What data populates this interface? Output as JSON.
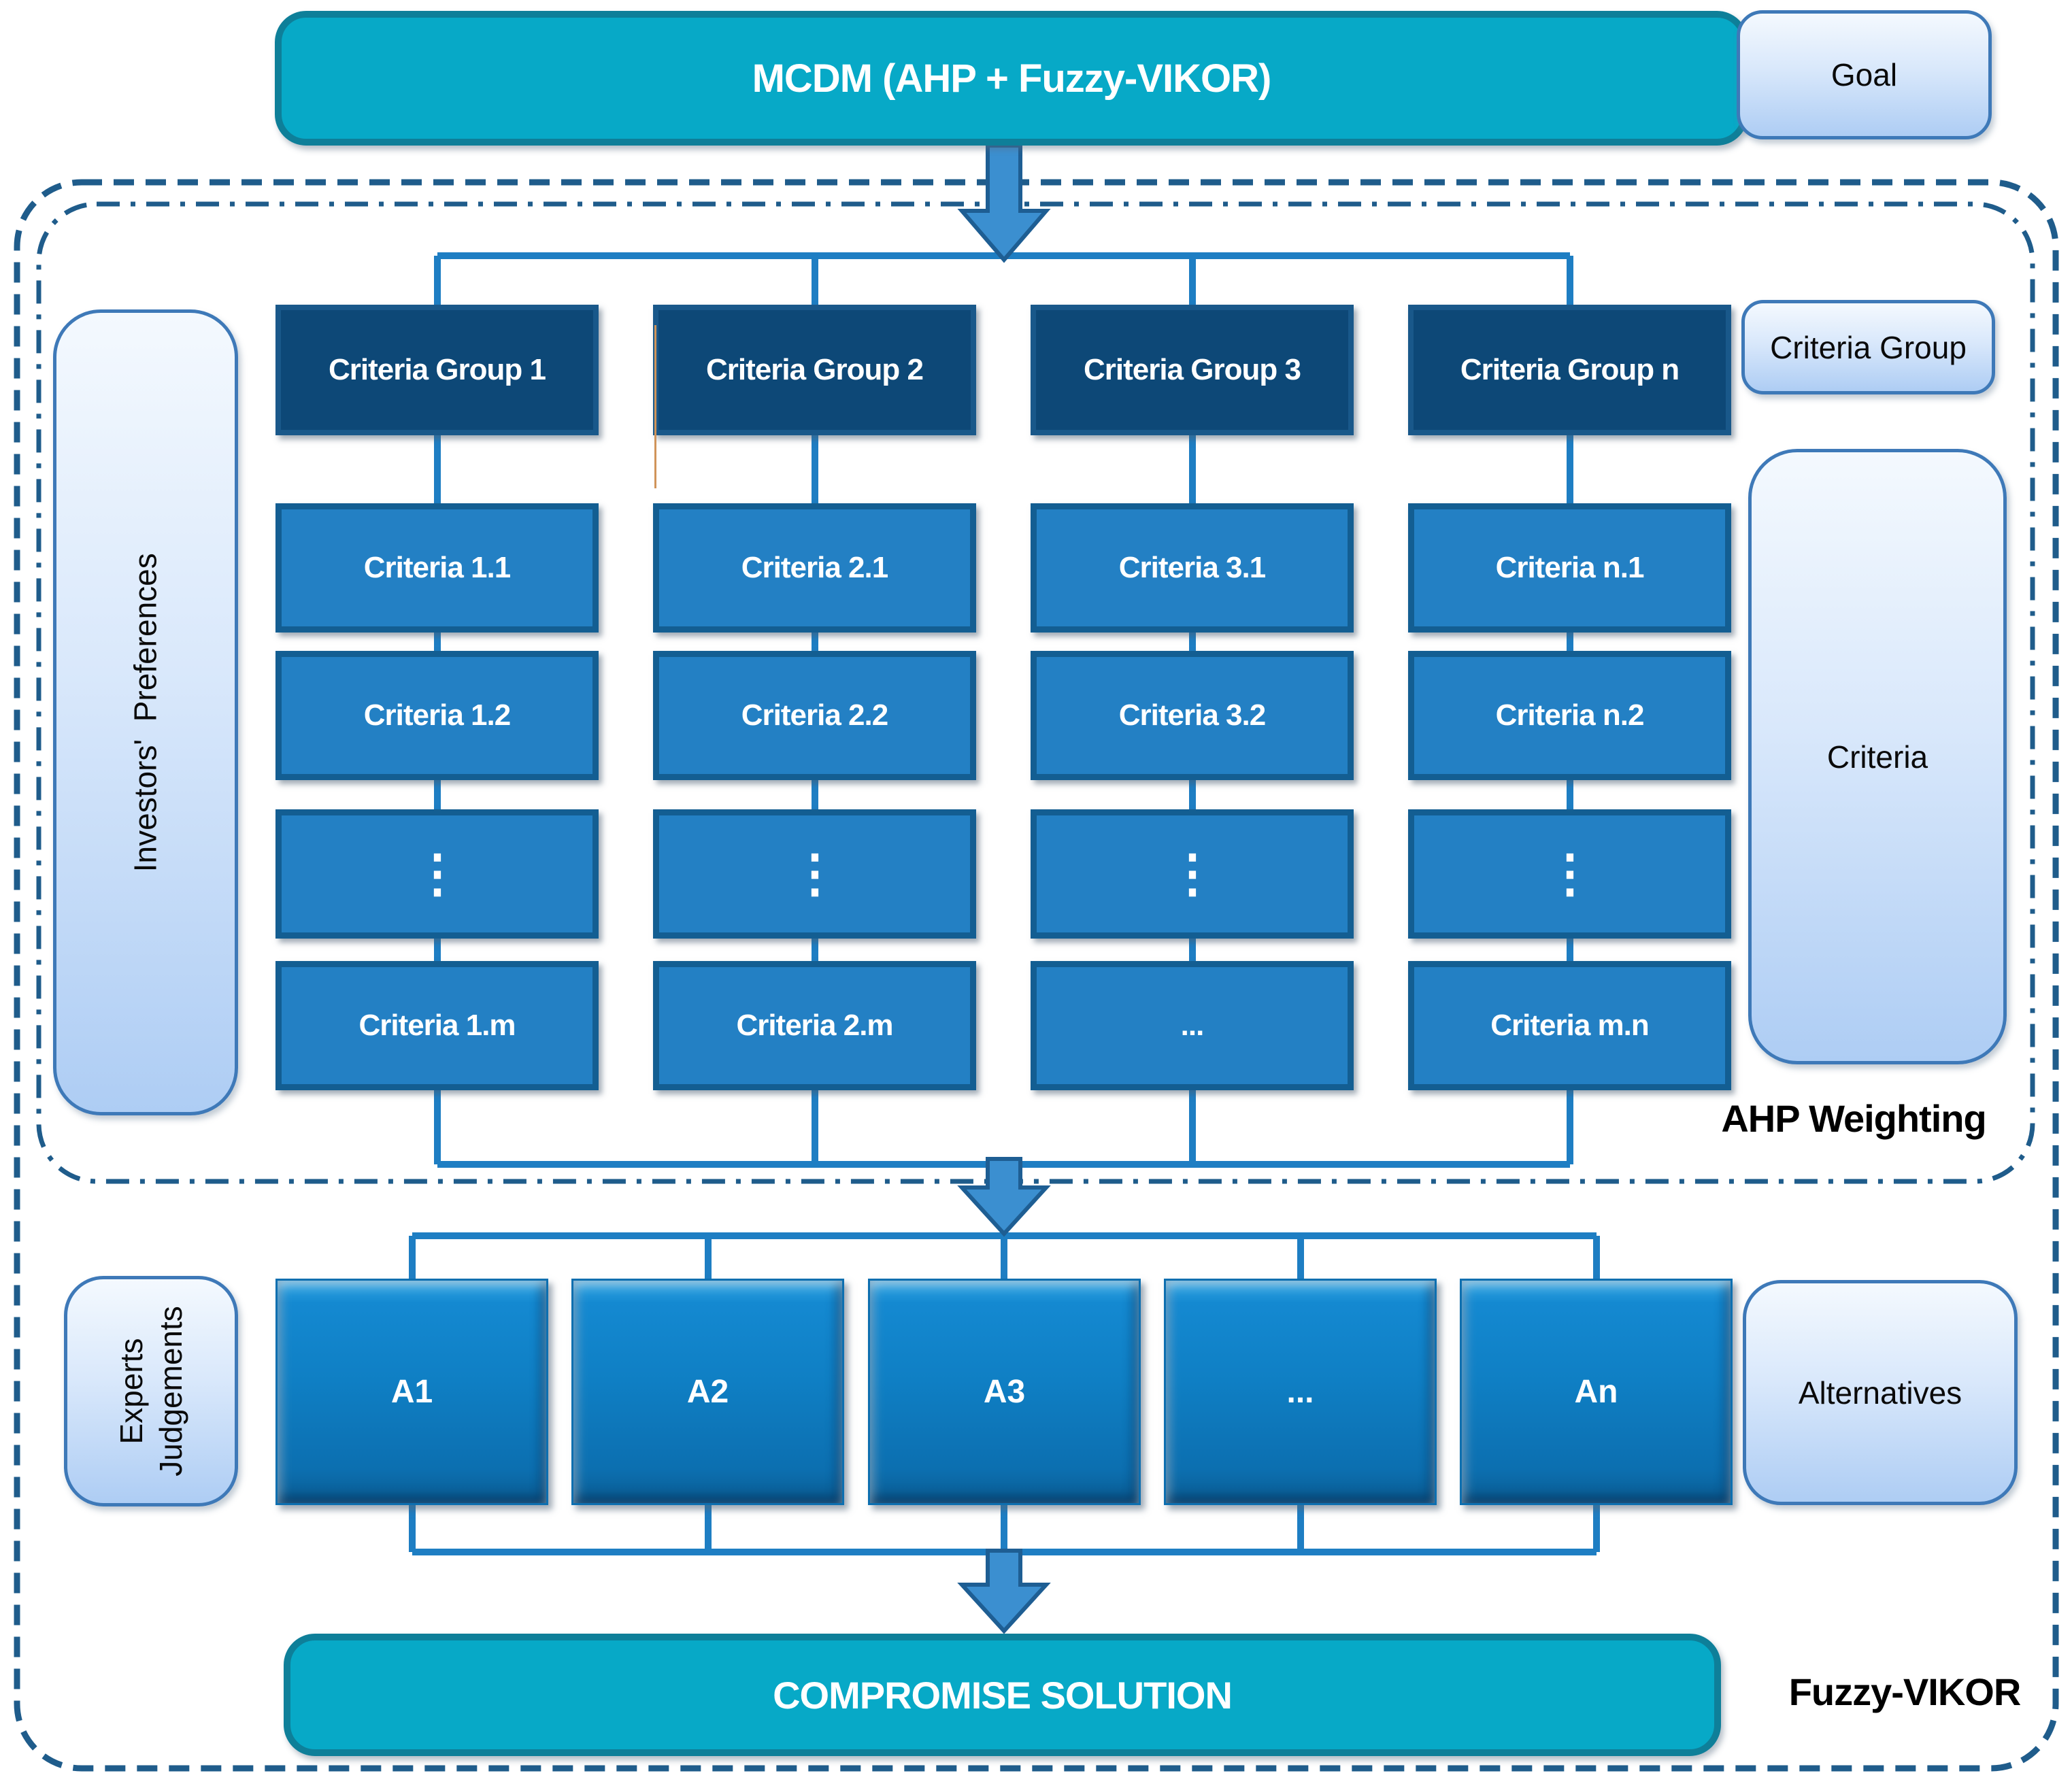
{
  "title": {
    "label": "MCDM (AHP + Fuzzy-VIKOR)"
  },
  "legend": {
    "goal": "Goal",
    "criteria_group": "Criteria Group",
    "criteria": "Criteria",
    "alternatives": "Alternatives"
  },
  "side_labels": {
    "investors": "Investors'  Preferences",
    "experts": "Experts\nJudgements"
  },
  "criteria_columns": [
    {
      "group": "Criteria Group 1",
      "items": [
        "Criteria 1.1",
        "Criteria 1.2",
        "⋮",
        "Criteria 1.m"
      ]
    },
    {
      "group": "Criteria Group 2",
      "items": [
        "Criteria 2.1",
        "Criteria 2.2",
        "⋮",
        "Criteria 2.m"
      ]
    },
    {
      "group": "Criteria Group 3",
      "items": [
        "Criteria 3.1",
        "Criteria 3.2",
        "⋮",
        "..."
      ]
    },
    {
      "group": "Criteria Group n",
      "items": [
        "Criteria n.1",
        "Criteria n.2",
        "⋮",
        "Criteria m.n"
      ]
    }
  ],
  "alternatives": [
    "A1",
    "A2",
    "A3",
    "...",
    "An"
  ],
  "result": {
    "label": "COMPROMISE SOLUTION"
  },
  "sections": {
    "ahp": "AHP Weighting",
    "vikor": "Fuzzy-VIKOR"
  },
  "colors": {
    "teal_fill": "#07A9C7",
    "teal_border": "#0E7F99",
    "group_fill": "#0D4877",
    "group_border": "#19588A",
    "criteria_fill": "#2380C4",
    "criteria_border": "#135E92",
    "alternative_top": "#35A7E4",
    "alternative_bottom": "#0A5C92",
    "light_box_top": "#F4F9FE",
    "light_box_bottom": "#AECDF4",
    "light_box_border": "#3E79B8",
    "connector": "#1E7EC3",
    "arrow_fill": "#3B8FD0",
    "arrow_border": "#1E5E93",
    "region_border": "#1F5C8B",
    "text_light": "#FFFFFF",
    "text_dark": "#000000"
  }
}
